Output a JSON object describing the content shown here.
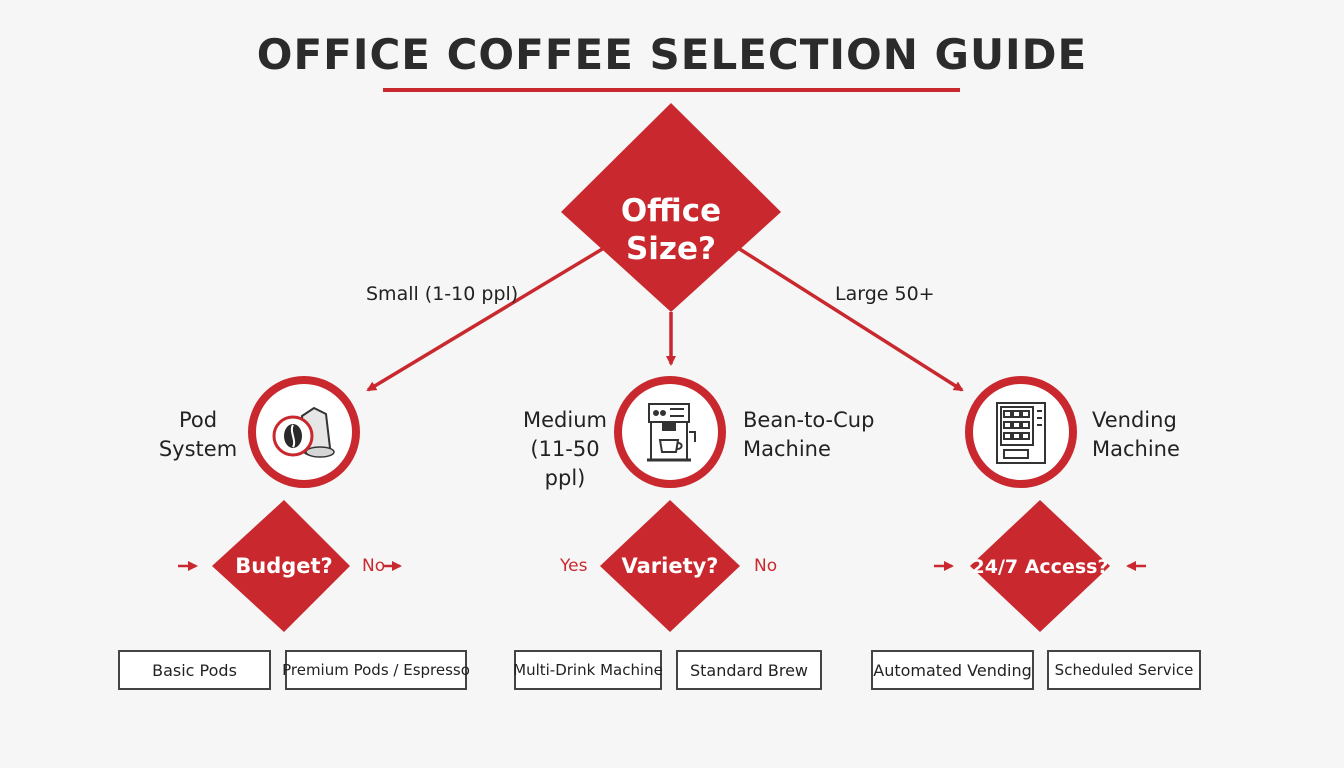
{
  "title": "OFFICE COFFEE SELECTION GUIDE",
  "root": {
    "question": "Office Size?"
  },
  "branches": {
    "small": {
      "edge_label": "Small (1-10 ppl)",
      "solution_lines": [
        "Pod",
        "System"
      ],
      "icon": "coffee-pod-icon",
      "question": "Budget?",
      "right_label": "No",
      "outcomes": [
        "Basic Pods",
        "Premium Pods / Espresso"
      ]
    },
    "medium": {
      "edge_label_lines": [
        "Medium",
        "(11-50 ppl)"
      ],
      "solution_lines": [
        "Bean-to-Cup",
        "Machine"
      ],
      "icon": "coffee-machine-icon",
      "question": "Variety?",
      "left_label": "Yes",
      "right_label": "No",
      "outcomes": [
        "Multi-Drink Machine",
        "Standard Brew"
      ]
    },
    "large": {
      "edge_label": "Large 50+",
      "solution_lines": [
        "Vending",
        "Machine"
      ],
      "icon": "vending-machine-icon",
      "question": "24/7 Access?",
      "outcomes": [
        "Automated Vending",
        "Scheduled Service"
      ]
    }
  },
  "colors": {
    "accent": "#c9292e",
    "text": "#222222",
    "background": "#f6f6f6"
  }
}
